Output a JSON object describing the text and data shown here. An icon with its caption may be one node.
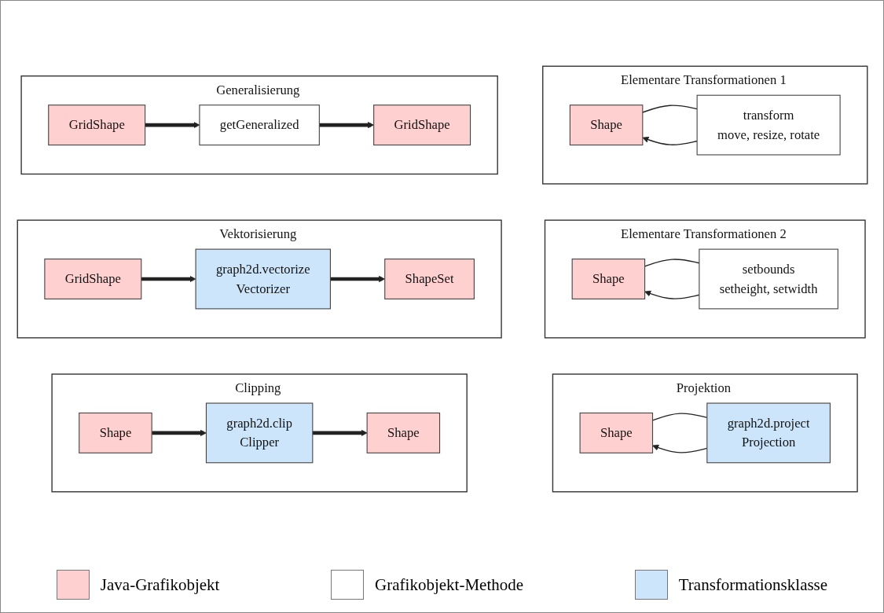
{
  "diagram": {
    "nodes": [
      {
        "text": [
          "Elementare Transformationen 1"
        ]
      },
      {
        "text": [
          "Shape"
        ],
        "in": 0
      },
      {
        "text": [
          "transform",
          "move, resize, rotate"
        ],
        "in": 0
      },
      {
        "text": [
          "Generalisierung"
        ]
      },
      {
        "text": [
          "GridShape"
        ],
        "in": 3
      },
      {
        "text": [
          "getGeneralized"
        ],
        "in": 3
      },
      {
        "text": [
          "GridShape"
        ],
        "in": 3
      },
      {
        "text": [
          "Elementare Transformationen 2"
        ]
      },
      {
        "text": [
          "Shape"
        ],
        "in": 7
      },
      {
        "text": [
          "setbounds",
          "setheight, setwidth"
        ],
        "in": 7
      },
      {
        "text": [
          "Vektorisierung"
        ]
      },
      {
        "text": [
          "GridShape"
        ],
        "in": 10
      },
      {
        "text": [
          "graph2d.vectorize",
          "Vectorizer"
        ],
        "in": 10
      },
      {
        "text": [
          "ShapeSet"
        ],
        "in": 10
      },
      {
        "text": [
          "Projektion"
        ]
      },
      {
        "text": [
          "Shape"
        ],
        "in": 14
      },
      {
        "text": [
          "graph2d.project",
          "Projection"
        ],
        "in": 14
      },
      {
        "text": [
          "Clipping"
        ]
      },
      {
        "text": [
          "Shape"
        ],
        "in": 17
      },
      {
        "text": [
          "graph2d.clip",
          "Clipper"
        ],
        "in": 17
      },
      {
        "text": [
          "Shape"
        ],
        "in": 17
      }
    ],
    "edges": [
      {
        "from": 1,
        "to": 2,
        "arrow": "none"
      },
      {
        "from": 2,
        "to": 1,
        "arrow": "to"
      },
      {
        "from": 4,
        "to": 5,
        "arrow": "to",
        "style": "thick"
      },
      {
        "from": 5,
        "to": 6,
        "arrow": "to",
        "style": "thick"
      },
      {
        "from": 8,
        "to": 9,
        "arrow": "none"
      },
      {
        "from": 9,
        "to": 8,
        "arrow": "to"
      },
      {
        "from": 11,
        "to": 12,
        "arrow": "to",
        "style": "thick"
      },
      {
        "from": 12,
        "to": 13,
        "arrow": "to",
        "style": "thick"
      },
      {
        "from": 15,
        "to": 16,
        "arrow": "none"
      },
      {
        "from": 16,
        "to": 15,
        "arrow": "to"
      },
      {
        "from": 18,
        "to": 19,
        "arrow": "to",
        "style": "thick"
      },
      {
        "from": 19,
        "to": 20,
        "arrow": "to",
        "style": "thick"
      }
    ],
    "legend": [
      {
        "text": "Java-Grafikobjekt",
        "color": "#ffd0d0"
      },
      {
        "text": "Grafikobjekt-Methode",
        "color": "#ffffff"
      },
      {
        "text": "Transformationsklasse",
        "color": "#cce5fb"
      }
    ]
  }
}
